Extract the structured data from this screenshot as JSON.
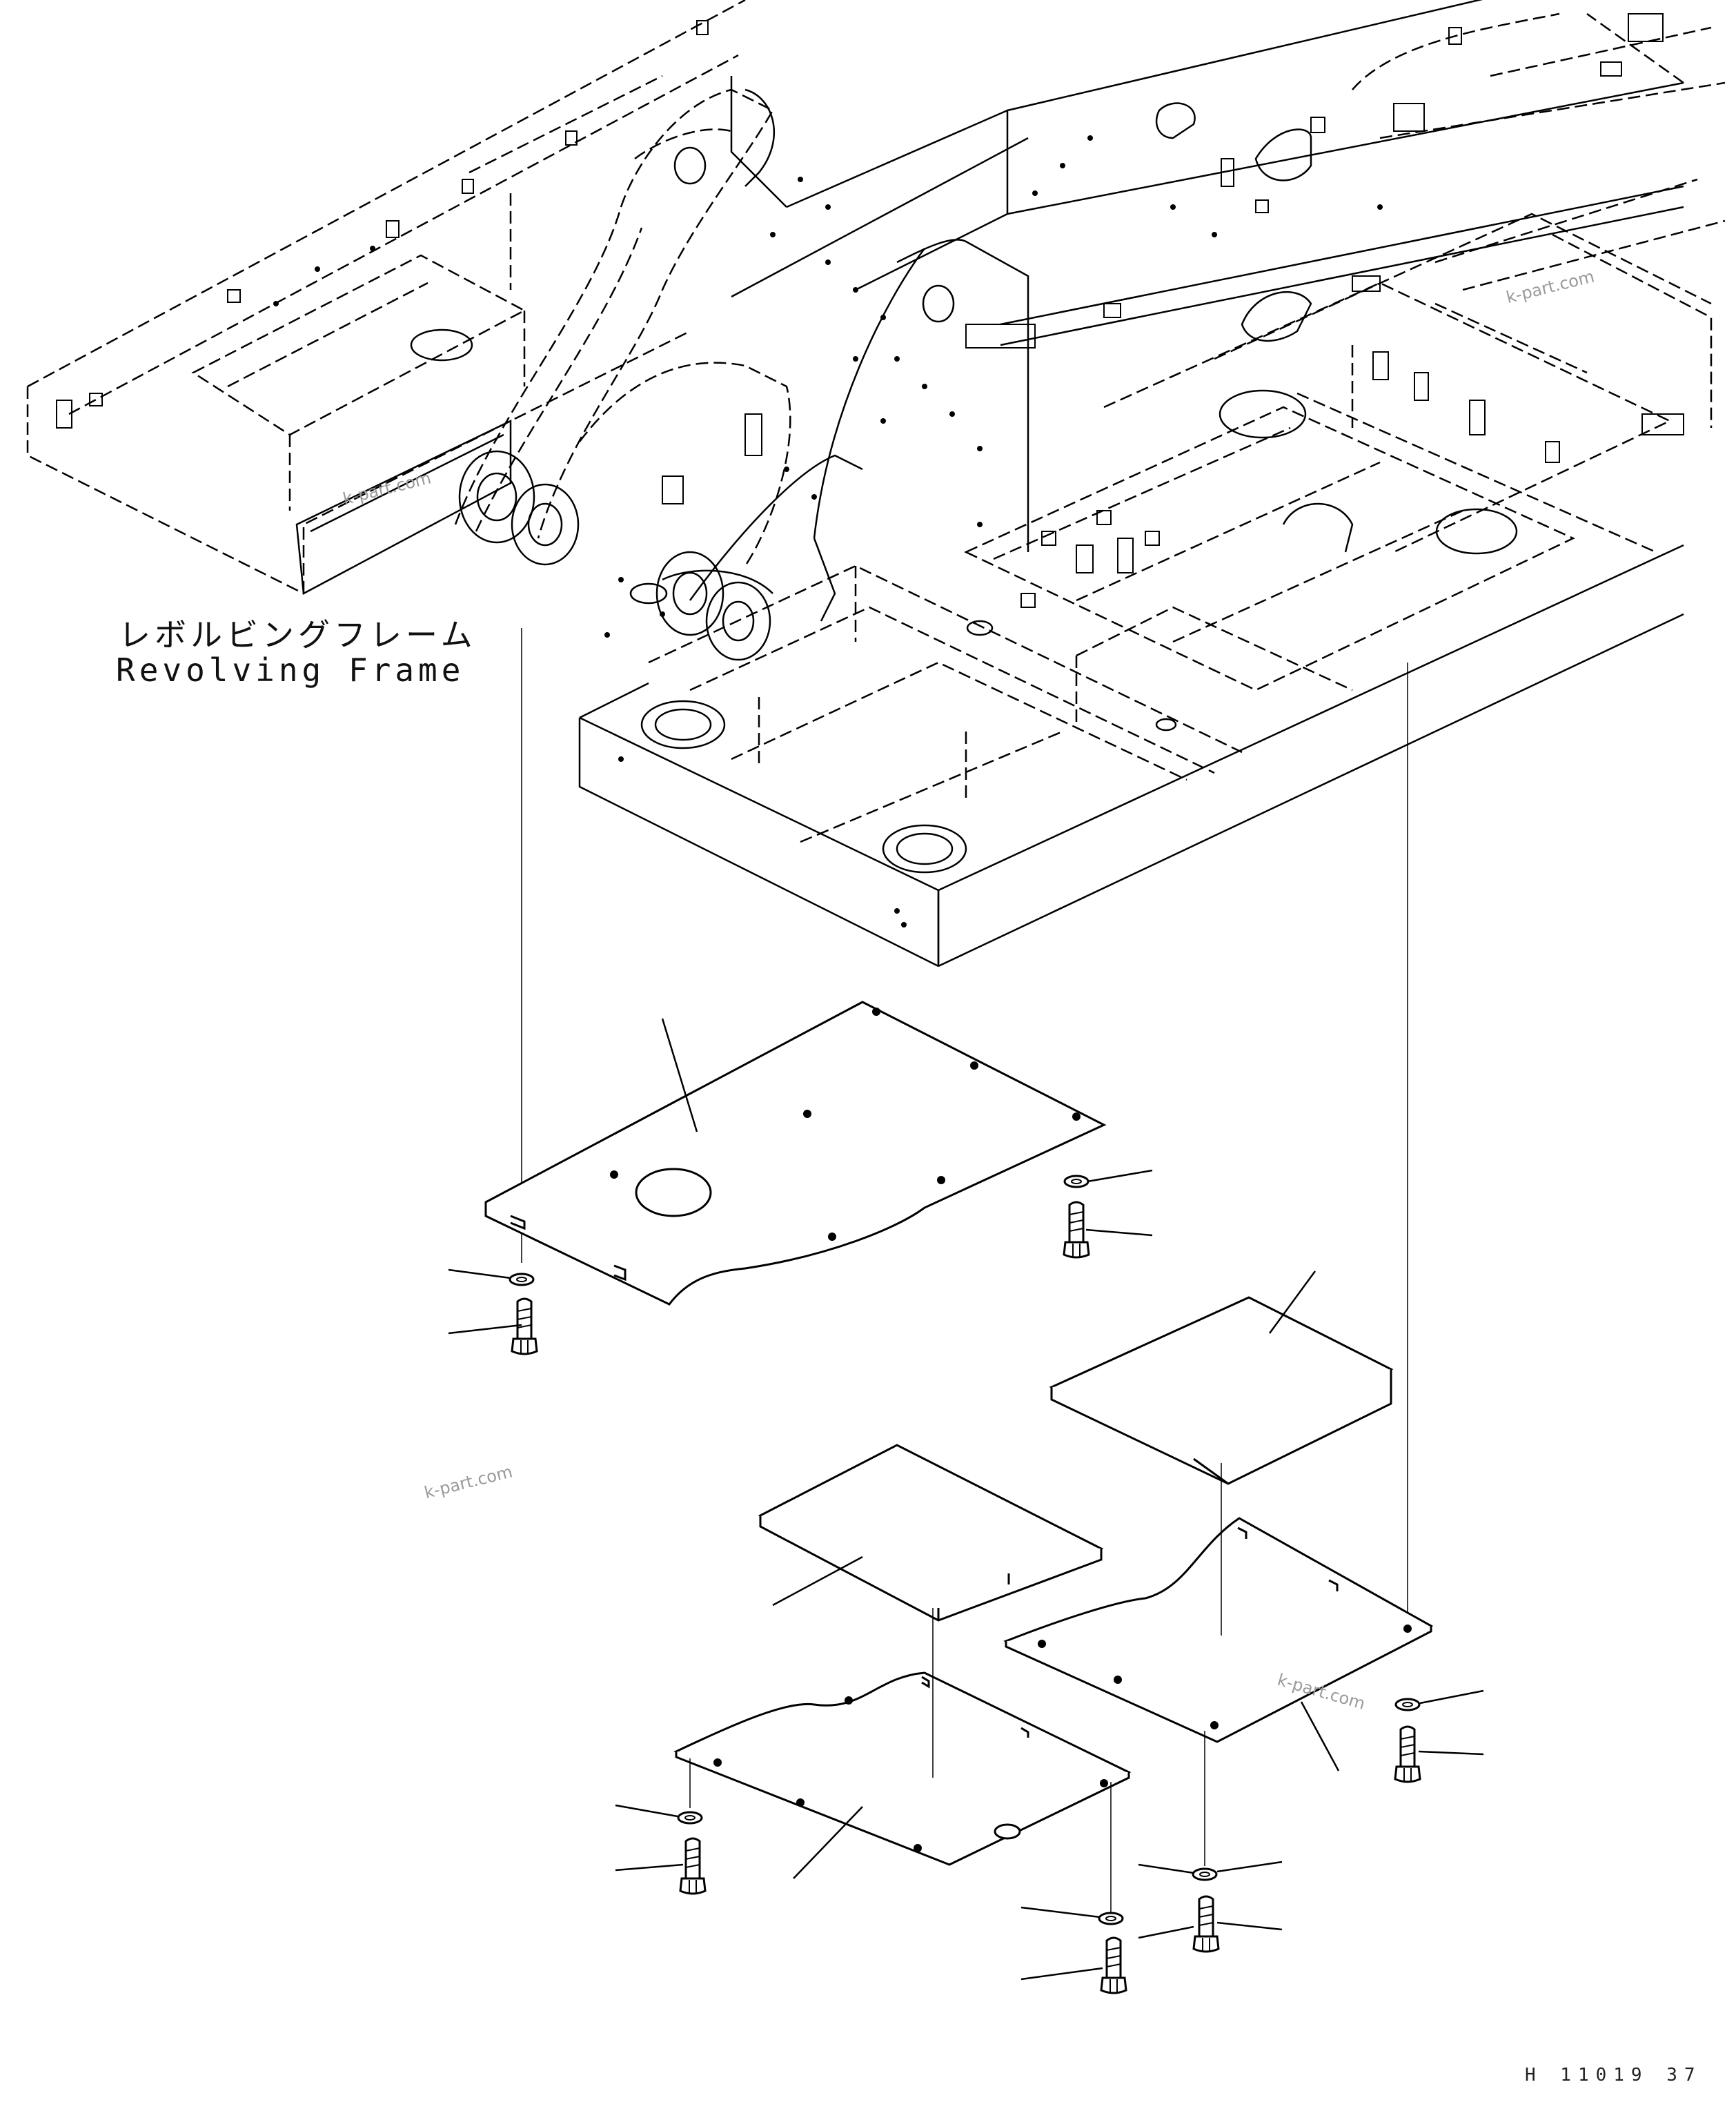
{
  "diagram": {
    "labels": {
      "frame_jp": "レボルビングフレーム",
      "frame_en": "Revolving Frame"
    },
    "drawing_number": "H 11019 37",
    "watermarks": [
      "k-part.com",
      "k-part.com",
      "k-part.com",
      "k-part.com"
    ],
    "colors": {
      "line": "#000000",
      "background": "#ffffff",
      "watermark": "#9a9a9a"
    }
  }
}
